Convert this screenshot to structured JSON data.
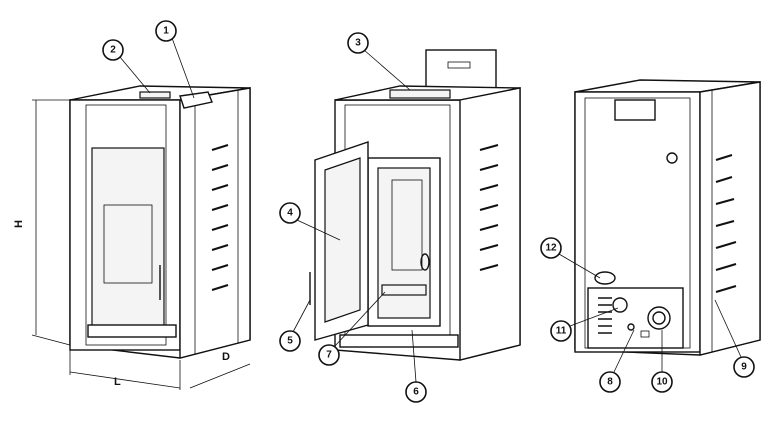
{
  "dimensions": {
    "height": "H",
    "length": "L",
    "depth": "D"
  },
  "callouts": [
    "1",
    "2",
    "3",
    "4",
    "5",
    "6",
    "7",
    "8",
    "9",
    "10",
    "11",
    "12"
  ]
}
